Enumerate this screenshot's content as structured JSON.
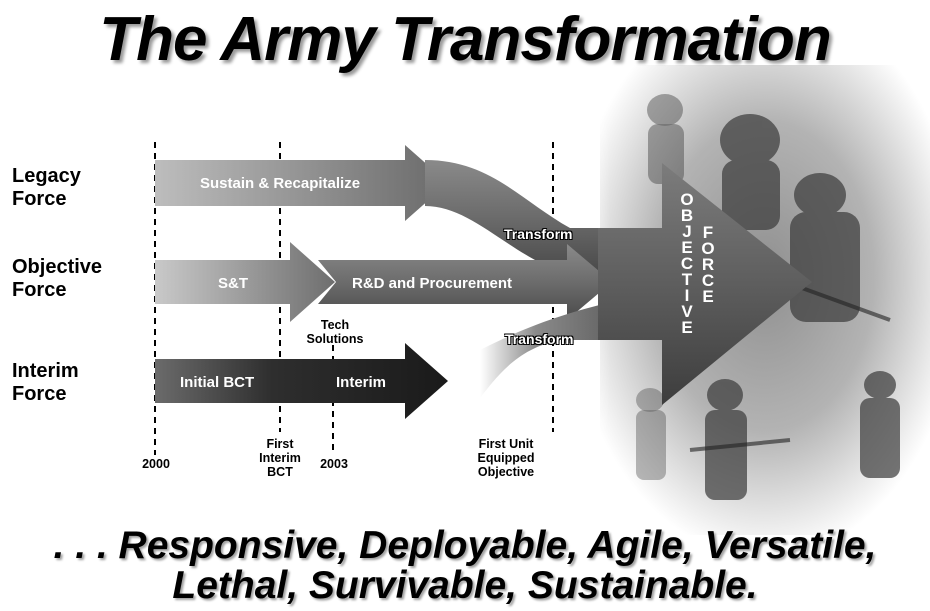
{
  "title": "The Army Transformation",
  "forces": {
    "legacy": [
      "Legacy",
      "Force"
    ],
    "objective": [
      "Objective",
      "Force"
    ],
    "interim": [
      "Interim",
      "Force"
    ]
  },
  "arrows": {
    "sustain": "Sustain & Recapitalize",
    "st": "S&T",
    "rd": "R&D and Procurement",
    "initial_bct": "Initial BCT",
    "interim": "Interim",
    "transform_upper": "Transform",
    "transform_lower": "Transform"
  },
  "timeline": {
    "y2000": "2000",
    "first_interim": [
      "First",
      "Interim",
      "BCT"
    ],
    "y2003": "2003",
    "tech_solutions": [
      "Tech",
      "Solutions"
    ],
    "first_unit": [
      "First Unit",
      "Equipped",
      "Objective"
    ]
  },
  "objective_force": {
    "objective_letters": [
      "O",
      "B",
      "J",
      "E",
      "C",
      "T",
      "I",
      "V",
      "E"
    ],
    "force_letters": [
      "F",
      "O",
      "R",
      "C",
      "E"
    ]
  },
  "tagline": {
    "line1": ". . . Responsive, Deployable, Agile, Versatile,",
    "line2": "Lethal, Survivable, Sustainable."
  }
}
